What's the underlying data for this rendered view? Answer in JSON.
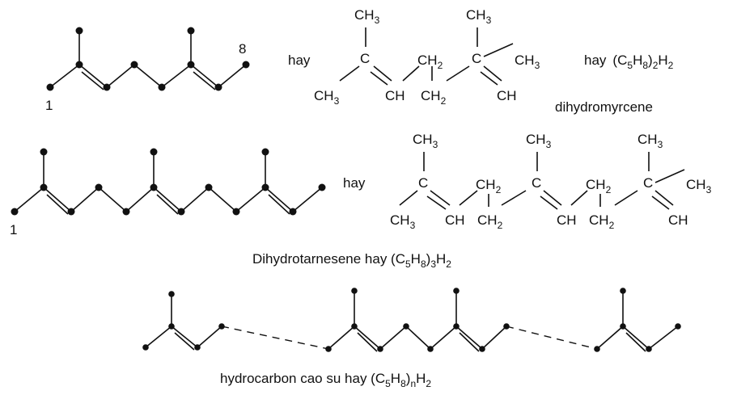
{
  "colors": {
    "ink": "#111111",
    "background": "#ffffff"
  },
  "row1": {
    "locant_start": "1",
    "locant_end": "8",
    "connector": "hay",
    "formula_connector": "hay",
    "formula": {
      "open": "(C",
      "n5": "5",
      "h": "H",
      "n8": "8",
      "close": ")",
      "mult": "2",
      "tailH": "H",
      "tail2": "2"
    },
    "name": "dihydromyrcene"
  },
  "row2": {
    "locant_start": "1",
    "connector": "hay",
    "caption": {
      "pre": "Dihydrotarnesene hay (C",
      "n5": "5",
      "h": "H",
      "n8": "8",
      "close": ")",
      "mult": "3",
      "tailH": "H",
      "tail2": "2"
    }
  },
  "row3": {
    "caption": {
      "pre": "hydrocarbon cao su hay (C",
      "n5": "5",
      "h": "H",
      "n8": "8",
      "close": ")",
      "mult": "n",
      "tailH": "H",
      "tail2": "2"
    }
  },
  "groups": {
    "C": "C",
    "CH": "CH",
    "CH2": "CH",
    "CH3": "CH",
    "sub2": "2",
    "sub3": "3"
  }
}
